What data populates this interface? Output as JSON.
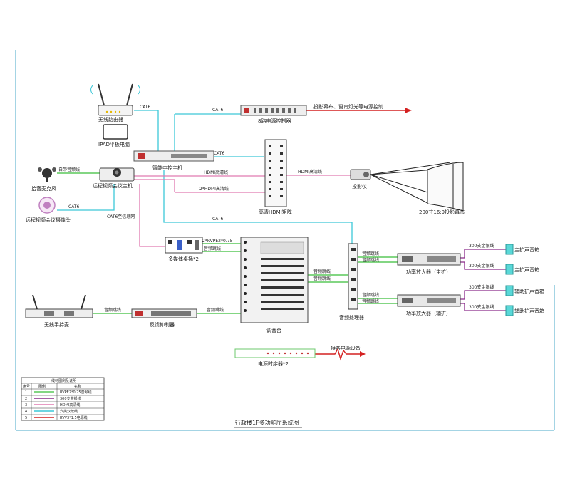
{
  "title": "行政楼1F多功能厅系统图",
  "devices": {
    "router": "无线路由器",
    "ipad": "IPAD平板电脑",
    "power_ctrl": "8路电源控制器",
    "smart_host": "智能中控主机",
    "mic_array": "拾音麦克风",
    "vc_host": "远程视频会议主机",
    "vc_camera": "远程视频会议摄像头",
    "hdmi_matrix": "高清HDMI矩阵",
    "projector": "投影仪",
    "screen": "200寸16:9投影幕布",
    "media_box": "多媒体桌插*2",
    "mixer": "调音台",
    "processor": "音频处理器",
    "amp_main": "功率放大器（主扩）",
    "amp_aux": "功率放大器（辅扩）",
    "wireless_mic": "无线手持麦",
    "feedback": "反馈抑制器",
    "sequencer": "电源时序器*2",
    "spk_main_1": "主扩声音箱",
    "spk_main_2": "主扩声音箱",
    "spk_aux_1": "辅助扩声音箱",
    "spk_aux_2": "辅助扩声音箱"
  },
  "cables": {
    "cat6_router": "CAT6",
    "cat6_power": "CAT6",
    "cat6_matrix": "CAT6",
    "cat6_camera": "CAT6",
    "cat6_proc": "CAT6",
    "audio_mic": "自带音频线",
    "hdmi_host": "HDMI高清线",
    "hdmi_proj": "HDMI高清线",
    "hdmi_x2": "2*HDMI高清线",
    "info_port": "CAT6至信息网",
    "rvpe_label": "2*RVPE2*0.75",
    "audio_media": "音频跳线",
    "audio_wireless": "音频跳线",
    "audio_fb": "音频跳线",
    "audio_mix1": "音频跳线",
    "audio_mix2": "音频跳线",
    "audio_p1": "音频跳线",
    "audio_p2": "音频跳线",
    "audio_p3": "音频跳线",
    "audio_p4": "音频跳线",
    "spk1": "300支金银线",
    "spk2": "300支金银线",
    "spk3": "300支金银线",
    "spk4": "300支金银线",
    "power_ctrl_text": "投影幕布、窗帘灯光等电源控制",
    "power_text": "接各电源设备"
  },
  "legend": {
    "title": "线材图例及说明",
    "col_no": "序号",
    "col_icon": "图例",
    "col_name": "名称",
    "rows": [
      {
        "no": "1",
        "name": "RVPE2*0.75音频线",
        "color": "#5ac85a"
      },
      {
        "no": "2",
        "name": "300支金银线",
        "color": "#8a2a8a"
      },
      {
        "no": "3",
        "name": "HDMI高清线",
        "color": "#e07ab0"
      },
      {
        "no": "4",
        "name": "六类双绞线",
        "color": "#3cc8d8"
      },
      {
        "no": "5",
        "name": "RVV3*1.5电源线",
        "color": "#d42020"
      }
    ]
  },
  "colors": {
    "audio": "#5ac85a",
    "speaker": "#8a2a8a",
    "hdmi": "#e07ab0",
    "cat6": "#3cc8d8",
    "power": "#d42020"
  }
}
